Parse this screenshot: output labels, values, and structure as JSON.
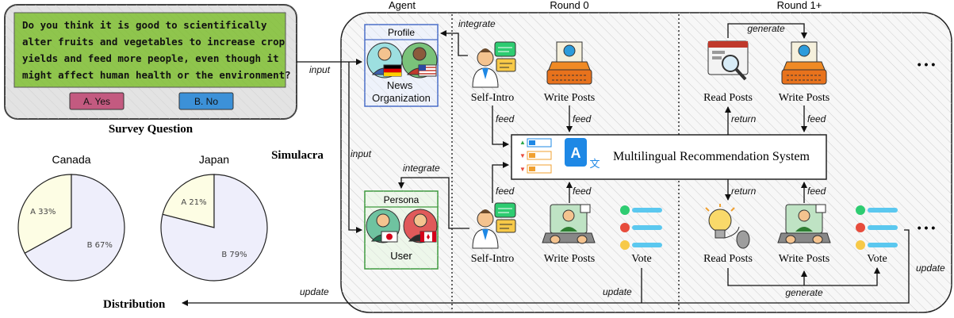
{
  "survey": {
    "question_lines": [
      "Do you think it is good to scientifically",
      "alter fruits and vegetables to increase crop",
      "yields and feed more people, even though it",
      "might affect human health or the environment?"
    ],
    "option_a": "A. Yes",
    "option_b": "B. No",
    "caption": "Survey Question"
  },
  "distribution": {
    "caption": "Distribution",
    "charts": [
      {
        "title": "Canada",
        "slices": [
          {
            "label": "A 33%",
            "value": 33,
            "color": "#fdfde4"
          },
          {
            "label": "B 67%",
            "value": 67,
            "color": "#eeeefb"
          }
        ]
      },
      {
        "title": "Japan",
        "slices": [
          {
            "label": "A 21%",
            "value": 21,
            "color": "#fdfde4"
          },
          {
            "label": "B 79%",
            "value": 79,
            "color": "#eeeefb"
          }
        ]
      }
    ]
  },
  "simulacra": {
    "label": "Simulacra",
    "col_agent": "Agent",
    "col_round0": "Round 0",
    "col_round1": "Round 1+",
    "profile_title": "Profile",
    "profile_name_line1": "News",
    "profile_name_line2": "Organization",
    "persona_title": "Persona",
    "persona_name": "User",
    "rec_system": "Multilingual Recommendation System",
    "self_intro": "Self-Intro",
    "write_posts": "Write Posts",
    "read_posts": "Read Posts",
    "vote": "Vote",
    "ellipsis": "• • •"
  },
  "edges": {
    "input": "input",
    "integrate": "integrate",
    "feed": "feed",
    "return": "return",
    "generate": "generate",
    "update": "update"
  },
  "colors": {
    "question_bg": "#8bc34a",
    "option_a_bg": "#c2557c",
    "option_b_bg": "#3a8fd6",
    "profile_border": "#4a6ec8",
    "persona_border": "#3f9a3f",
    "rec_icon": "#1e88e5"
  }
}
